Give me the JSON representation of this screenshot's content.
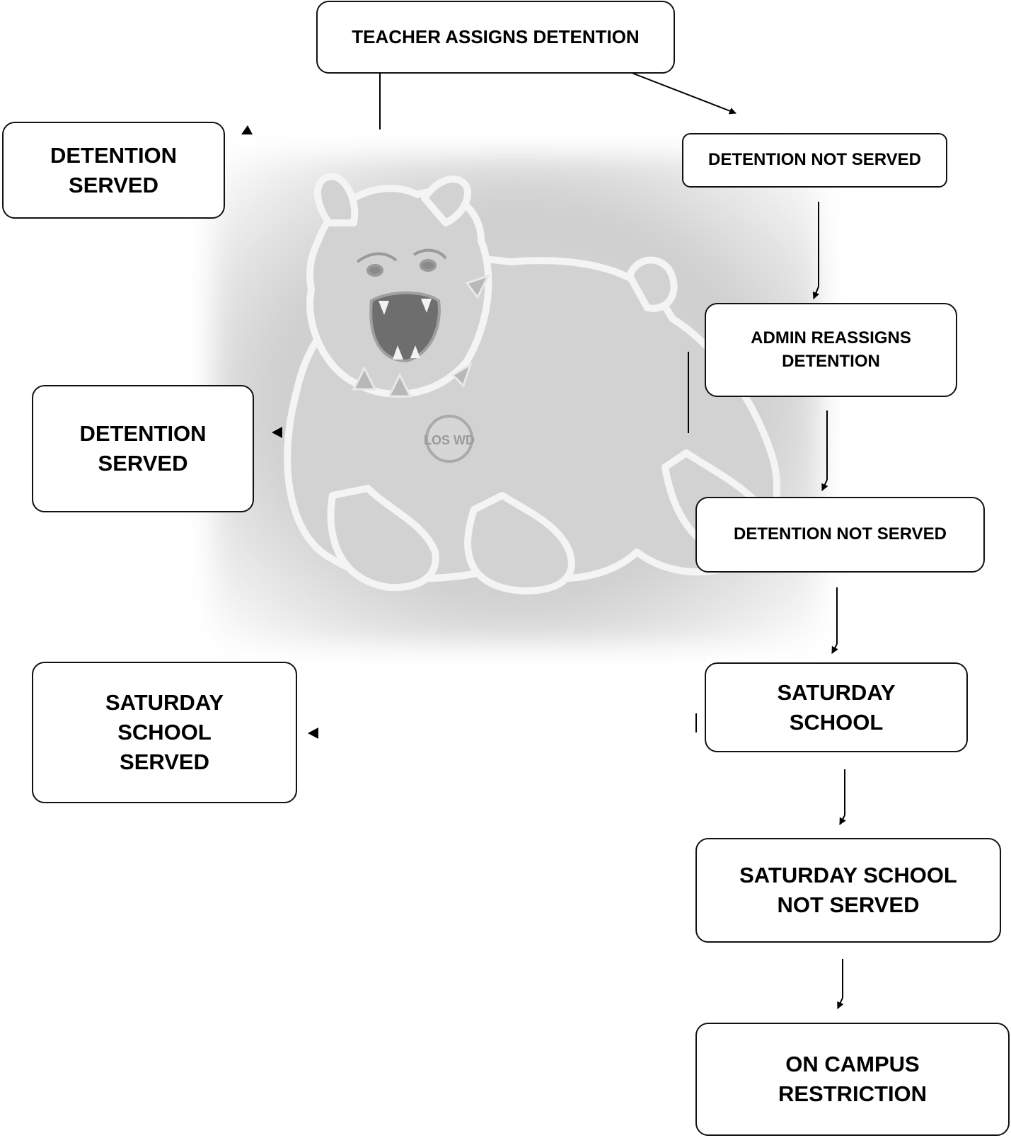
{
  "diagram": {
    "nodes": {
      "teacher_assigns": "TEACHER ASSIGNS DETENTION",
      "served_1": "DETENTION\nSERVED",
      "not_served_1": "DETENTION NOT SERVED",
      "admin_reassigns": "ADMIN REASSIGNS\nDETENTION",
      "served_2": "DETENTION\nSERVED",
      "not_served_2": "DETENTION NOT SERVED",
      "saturday_school": "SATURDAY\nSCHOOL",
      "saturday_served": "SATURDAY\nSCHOOL\nSERVED",
      "saturday_not_served": "SATURDAY SCHOOL\nNOT SERVED",
      "on_campus_restriction": "ON CAMPUS\nRESTRICTION"
    },
    "edges": [
      {
        "from": "teacher_assigns",
        "to": "served_1"
      },
      {
        "from": "teacher_assigns",
        "to": "not_served_1"
      },
      {
        "from": "not_served_1",
        "to": "admin_reassigns"
      },
      {
        "from": "admin_reassigns",
        "to": "served_2"
      },
      {
        "from": "admin_reassigns",
        "to": "not_served_2"
      },
      {
        "from": "not_served_2",
        "to": "saturday_school"
      },
      {
        "from": "saturday_school",
        "to": "saturday_served"
      },
      {
        "from": "saturday_school",
        "to": "saturday_not_served"
      },
      {
        "from": "saturday_not_served",
        "to": "on_campus_restriction"
      }
    ],
    "background_image": "bulldog-mascot",
    "mascot_badge_text": "LOS WD"
  }
}
